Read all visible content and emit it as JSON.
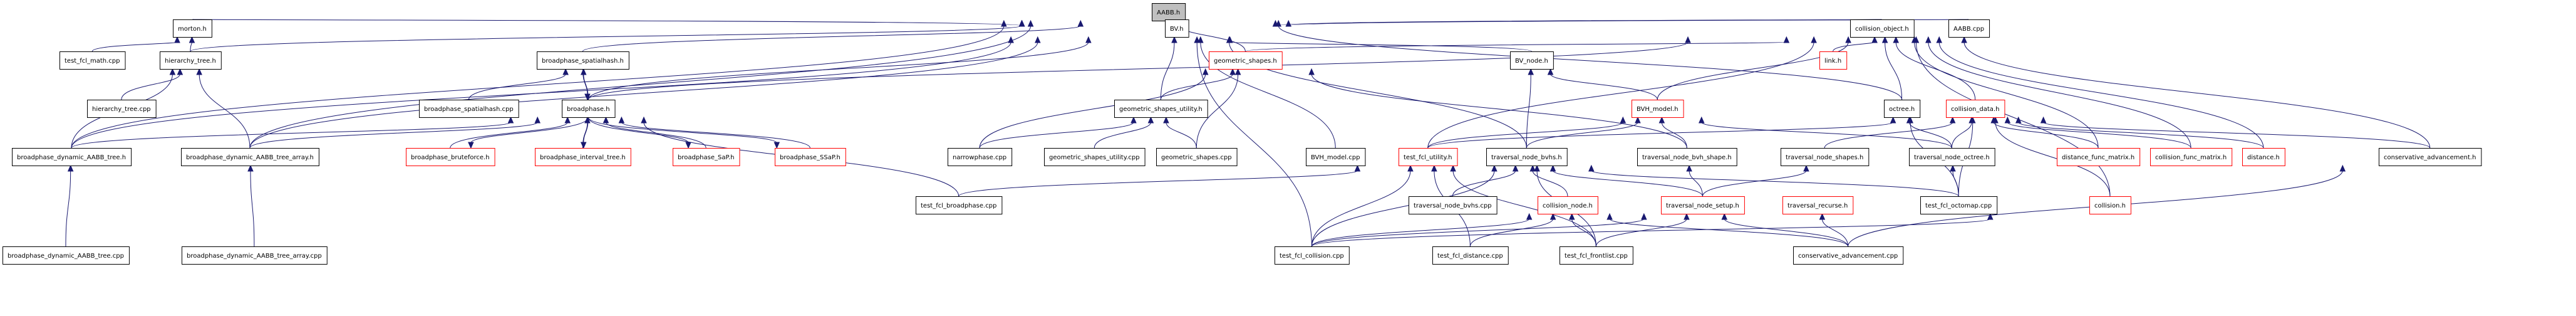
{
  "title": "AABB.h include dependency graph",
  "colors": {
    "edge": "#191970",
    "focus_fill": "#bfbfbf",
    "normal_border": "#000000",
    "truncated_border": "#ff0000",
    "node_fill": "#ffffff"
  },
  "nodes": [
    {
      "id": "AABB_h",
      "label": "AABB.h",
      "kind": "focus"
    },
    {
      "id": "morton_h",
      "label": "morton.h",
      "kind": "normal"
    },
    {
      "id": "BV_h",
      "label": "BV.h",
      "kind": "normal"
    },
    {
      "id": "collision_object_h",
      "label": "collision_object.h",
      "kind": "normal"
    },
    {
      "id": "AABB_cpp",
      "label": "AABB.cpp",
      "kind": "normal"
    },
    {
      "id": "test_fcl_math_cpp",
      "label": "test_fcl_math.cpp",
      "kind": "normal"
    },
    {
      "id": "hierarchy_tree_h",
      "label": "hierarchy_tree.h",
      "kind": "normal"
    },
    {
      "id": "broadphase_spatialhash_h",
      "label": "broadphase_spatialhash.h",
      "kind": "normal"
    },
    {
      "id": "geometric_shapes_h",
      "label": "geometric_shapes.h",
      "kind": "truncated"
    },
    {
      "id": "BV_node_h",
      "label": "BV_node.h",
      "kind": "normal"
    },
    {
      "id": "link_h",
      "label": "link.h",
      "kind": "truncated"
    },
    {
      "id": "hierarchy_tree_cpp",
      "label": "hierarchy_tree.cpp",
      "kind": "normal"
    },
    {
      "id": "broadphase_spatialhash_cpp",
      "label": "broadphase_spatialhash.cpp",
      "kind": "normal"
    },
    {
      "id": "broadphase_h",
      "label": "broadphase.h",
      "kind": "normal"
    },
    {
      "id": "geometric_shapes_utility_h",
      "label": "geometric_shapes_utility.h",
      "kind": "normal"
    },
    {
      "id": "BVH_model_h",
      "label": "BVH_model.h",
      "kind": "truncated"
    },
    {
      "id": "octree_h",
      "label": "octree.h",
      "kind": "normal"
    },
    {
      "id": "collision_data_h",
      "label": "collision_data.h",
      "kind": "truncated"
    },
    {
      "id": "bdAABB_tree_h",
      "label": "broadphase_dynamic_AABB_tree.h",
      "kind": "normal"
    },
    {
      "id": "bdAABB_tree_array_h",
      "label": "broadphase_dynamic_AABB_tree_array.h",
      "kind": "normal"
    },
    {
      "id": "broadphase_bruteforce_h",
      "label": "broadphase_bruteforce.h",
      "kind": "truncated"
    },
    {
      "id": "broadphase_interval_tree_h",
      "label": "broadphase_interval_tree.h",
      "kind": "truncated"
    },
    {
      "id": "broadphase_SaP_h",
      "label": "broadphase_SaP.h",
      "kind": "truncated"
    },
    {
      "id": "broadphase_SSaP_h",
      "label": "broadphase_SSaP.h",
      "kind": "truncated"
    },
    {
      "id": "narrowphase_cpp",
      "label": "narrowphase.cpp",
      "kind": "normal"
    },
    {
      "id": "geometric_shapes_utility_cpp",
      "label": "geometric_shapes_utility.cpp",
      "kind": "normal"
    },
    {
      "id": "geometric_shapes_cpp",
      "label": "geometric_shapes.cpp",
      "kind": "normal"
    },
    {
      "id": "BVH_model_cpp",
      "label": "BVH_model.cpp",
      "kind": "normal"
    },
    {
      "id": "test_fcl_utility_h",
      "label": "test_fcl_utility.h",
      "kind": "truncated"
    },
    {
      "id": "traversal_node_bvhs_h",
      "label": "traversal_node_bvhs.h",
      "kind": "normal"
    },
    {
      "id": "traversal_node_bvh_shape_h",
      "label": "traversal_node_bvh_shape.h",
      "kind": "normal"
    },
    {
      "id": "traversal_node_shapes_h",
      "label": "traversal_node_shapes.h",
      "kind": "normal"
    },
    {
      "id": "traversal_node_octree_h",
      "label": "traversal_node_octree.h",
      "kind": "normal"
    },
    {
      "id": "distance_func_matrix_h",
      "label": "distance_func_matrix.h",
      "kind": "truncated"
    },
    {
      "id": "collision_func_matrix_h",
      "label": "collision_func_matrix.h",
      "kind": "truncated"
    },
    {
      "id": "distance_h",
      "label": "distance.h",
      "kind": "truncated"
    },
    {
      "id": "conservative_advancement_h",
      "label": "conservative_advancement.h",
      "kind": "normal"
    },
    {
      "id": "bdAABB_tree_cpp",
      "label": "broadphase_dynamic_AABB_tree.cpp",
      "kind": "normal"
    },
    {
      "id": "bdAABB_tree_array_cpp",
      "label": "broadphase_dynamic_AABB_tree_array.cpp",
      "kind": "normal"
    },
    {
      "id": "test_fcl_broadphase_cpp",
      "label": "test_fcl_broadphase.cpp",
      "kind": "normal"
    },
    {
      "id": "traversal_node_bvhs_cpp",
      "label": "traversal_node_bvhs.cpp",
      "kind": "normal"
    },
    {
      "id": "collision_node_h",
      "label": "collision_node.h",
      "kind": "truncated"
    },
    {
      "id": "traversal_node_setup_h",
      "label": "traversal_node_setup.h",
      "kind": "truncated"
    },
    {
      "id": "traversal_recurse_h",
      "label": "traversal_recurse.h",
      "kind": "truncated"
    },
    {
      "id": "test_fcl_octomap_cpp",
      "label": "test_fcl_octomap.cpp",
      "kind": "normal"
    },
    {
      "id": "collision_h",
      "label": "collision.h",
      "kind": "truncated"
    },
    {
      "id": "test_fcl_collision_cpp",
      "label": "test_fcl_collision.cpp",
      "kind": "normal"
    },
    {
      "id": "test_fcl_distance_cpp",
      "label": "test_fcl_distance.cpp",
      "kind": "normal"
    },
    {
      "id": "test_fcl_frontlist_cpp",
      "label": "test_fcl_frontlist.cpp",
      "kind": "normal"
    },
    {
      "id": "conservative_advancement_cpp",
      "label": "conservative_advancement.cpp",
      "kind": "normal"
    }
  ],
  "edges": [
    [
      "morton_h",
      "AABB_h"
    ],
    [
      "BV_h",
      "AABB_h"
    ],
    [
      "collision_object_h",
      "AABB_h"
    ],
    [
      "AABB_cpp",
      "AABB_h"
    ],
    [
      "hierarchy_tree_h",
      "AABB_h"
    ],
    [
      "broadphase_spatialhash_h",
      "AABB_h"
    ],
    [
      "geometric_shapes_h",
      "AABB_h"
    ],
    [
      "octree_h",
      "AABB_h"
    ],
    [
      "bdAABB_tree_h",
      "AABB_h"
    ],
    [
      "bdAABB_tree_array_h",
      "AABB_h"
    ],
    [
      "test_fcl_math_cpp",
      "morton_h"
    ],
    [
      "hierarchy_tree_h",
      "morton_h"
    ],
    [
      "hierarchy_tree_cpp",
      "hierarchy_tree_h"
    ],
    [
      "bdAABB_tree_h",
      "hierarchy_tree_h"
    ],
    [
      "bdAABB_tree_array_h",
      "hierarchy_tree_h"
    ],
    [
      "BV_node_h",
      "BV_h"
    ],
    [
      "geometric_shapes_utility_h",
      "BV_h"
    ],
    [
      "BVH_model_cpp",
      "BV_h"
    ],
    [
      "traversal_node_bvhs_h",
      "BV_h"
    ],
    [
      "test_fcl_collision_cpp",
      "BV_h"
    ],
    [
      "broadphase_h",
      "BV_h"
    ],
    [
      "bdAABB_tree_h",
      "BV_h"
    ],
    [
      "bdAABB_tree_array_h",
      "BV_h"
    ],
    [
      "link_h",
      "collision_object_h"
    ],
    [
      "octree_h",
      "collision_object_h"
    ],
    [
      "collision_data_h",
      "collision_object_h"
    ],
    [
      "BVH_model_h",
      "collision_object_h"
    ],
    [
      "geometric_shapes_h",
      "collision_object_h"
    ],
    [
      "test_fcl_utility_h",
      "collision_object_h"
    ],
    [
      "distance_func_matrix_h",
      "collision_object_h"
    ],
    [
      "collision_func_matrix_h",
      "collision_object_h"
    ],
    [
      "distance_h",
      "collision_object_h"
    ],
    [
      "conservative_advancement_h",
      "collision_object_h"
    ],
    [
      "collision_h",
      "collision_object_h"
    ],
    [
      "broadphase_h",
      "collision_object_h"
    ],
    [
      "broadphase_spatialhash_cpp",
      "broadphase_spatialhash_h"
    ],
    [
      "broadphase_h",
      "broadphase_spatialhash_h"
    ],
    [
      "broadphase_spatialhash_h",
      "broadphase_h"
    ],
    [
      "geometric_shapes_utility_h",
      "geometric_shapes_h"
    ],
    [
      "geometric_shapes_cpp",
      "geometric_shapes_h"
    ],
    [
      "narrowphase_cpp",
      "geometric_shapes_h"
    ],
    [
      "traversal_node_bvh_shape_h",
      "geometric_shapes_h"
    ],
    [
      "narrowphase_cpp",
      "geometric_shapes_utility_h"
    ],
    [
      "geometric_shapes_utility_cpp",
      "geometric_shapes_utility_h"
    ],
    [
      "geometric_shapes_cpp",
      "geometric_shapes_utility_h"
    ],
    [
      "traversal_node_bvhs_h",
      "BV_node_h"
    ],
    [
      "BVH_model_h",
      "BV_node_h"
    ],
    [
      "traversal_node_bvh_shape_h",
      "BVH_model_h"
    ],
    [
      "traversal_node_octree_h",
      "BVH_model_h"
    ],
    [
      "test_fcl_utility_h",
      "BVH_model_h"
    ],
    [
      "traversal_node_bvhs_h",
      "BVH_model_h"
    ],
    [
      "traversal_node_octree_h",
      "octree_h"
    ],
    [
      "test_fcl_octomap_cpp",
      "octree_h"
    ],
    [
      "traversal_node_octree_h",
      "collision_data_h"
    ],
    [
      "traversal_node_shapes_h",
      "collision_data_h"
    ],
    [
      "test_fcl_octomap_cpp",
      "collision_data_h"
    ],
    [
      "distance_func_matrix_h",
      "collision_data_h"
    ],
    [
      "collision_func_matrix_h",
      "collision_data_h"
    ],
    [
      "distance_h",
      "collision_data_h"
    ],
    [
      "conservative_advancement_h",
      "collision_data_h"
    ],
    [
      "collision_h",
      "collision_data_h"
    ],
    [
      "test_fcl_utility_h",
      "collision_data_h"
    ],
    [
      "bdAABB_tree_cpp",
      "bdAABB_tree_h"
    ],
    [
      "bdAABB_tree_array_cpp",
      "bdAABB_tree_array_h"
    ],
    [
      "bdAABB_tree_h",
      "broadphase_h"
    ],
    [
      "bdAABB_tree_array_h",
      "broadphase_h"
    ],
    [
      "broadphase_bruteforce_h",
      "broadphase_h"
    ],
    [
      "broadphase_interval_tree_h",
      "broadphase_h"
    ],
    [
      "broadphase_SaP_h",
      "broadphase_h"
    ],
    [
      "broadphase_SSaP_h",
      "broadphase_h"
    ],
    [
      "broadphase_h",
      "broadphase_bruteforce_h"
    ],
    [
      "broadphase_h",
      "broadphase_interval_tree_h"
    ],
    [
      "broadphase_h",
      "broadphase_SaP_h"
    ],
    [
      "broadphase_h",
      "broadphase_SSaP_h"
    ],
    [
      "test_fcl_broadphase_cpp",
      "broadphase_h"
    ],
    [
      "test_fcl_broadphase_cpp",
      "test_fcl_utility_h"
    ],
    [
      "traversal_node_bvhs_cpp",
      "traversal_node_bvhs_h"
    ],
    [
      "collision_node_h",
      "traversal_node_bvhs_h"
    ],
    [
      "traversal_node_setup_h",
      "traversal_node_bvhs_h"
    ],
    [
      "traversal_node_setup_h",
      "traversal_node_bvh_shape_h"
    ],
    [
      "traversal_node_setup_h",
      "traversal_node_shapes_h"
    ],
    [
      "test_fcl_octomap_cpp",
      "traversal_node_octree_h"
    ],
    [
      "test_fcl_collision_cpp",
      "test_fcl_utility_h"
    ],
    [
      "test_fcl_distance_cpp",
      "test_fcl_utility_h"
    ],
    [
      "test_fcl_frontlist_cpp",
      "test_fcl_utility_h"
    ],
    [
      "test_fcl_collision_cpp",
      "collision_node_h"
    ],
    [
      "test_fcl_distance_cpp",
      "collision_node_h"
    ],
    [
      "test_fcl_frontlist_cpp",
      "collision_node_h"
    ],
    [
      "test_fcl_collision_cpp",
      "traversal_node_setup_h"
    ],
    [
      "test_fcl_frontlist_cpp",
      "traversal_node_setup_h"
    ],
    [
      "conservative_advancement_cpp",
      "traversal_node_setup_h"
    ],
    [
      "conservative_advancement_cpp",
      "traversal_recurse_h"
    ],
    [
      "conservative_advancement_cpp",
      "collision_node_h"
    ],
    [
      "conservative_advancement_cpp",
      "conservative_advancement_h"
    ],
    [
      "test_fcl_collision_cpp",
      "collision_h"
    ],
    [
      "test_fcl_octomap_cpp",
      "traversal_node_bvhs_h"
    ],
    [
      "test_fcl_collision_cpp",
      "traversal_node_bvhs_h"
    ],
    [
      "test_fcl_frontlist_cpp",
      "traversal_node_bvhs_h"
    ]
  ]
}
